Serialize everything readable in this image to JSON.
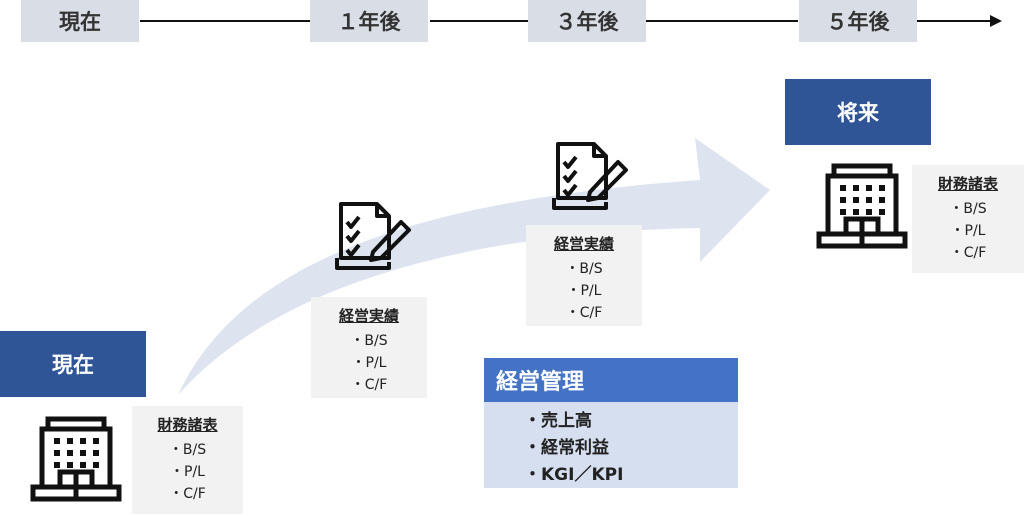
{
  "timeline": {
    "labels": [
      "現在",
      "１年後",
      "３年後",
      "５年後"
    ]
  },
  "now": {
    "header": "現在",
    "box_title": "財務諸表",
    "items": [
      "・B/S",
      "・P/L",
      "・C/F"
    ]
  },
  "year1": {
    "box_title": "経営実績",
    "items": [
      "・B/S",
      "・P/L",
      "・C/F"
    ]
  },
  "year3": {
    "box_title": "経営実績",
    "items": [
      "・B/S",
      "・P/L",
      "・C/F"
    ]
  },
  "future": {
    "header": "将来",
    "box_title": "財務諸表",
    "items": [
      "・B/S",
      "・P/L",
      "・C/F"
    ]
  },
  "management": {
    "header": "経営管理",
    "items": [
      "・売上高",
      "・経常利益",
      "・KGI／KPI"
    ]
  },
  "colors": {
    "dark_blue": "#2f5597",
    "mid_blue": "#4472c4",
    "light_blue": "#d6dff0",
    "timeline_gray": "#d9dee6",
    "box_gray": "#f2f2f2"
  },
  "icons": [
    "building-icon",
    "checklist-pencil-icon"
  ]
}
